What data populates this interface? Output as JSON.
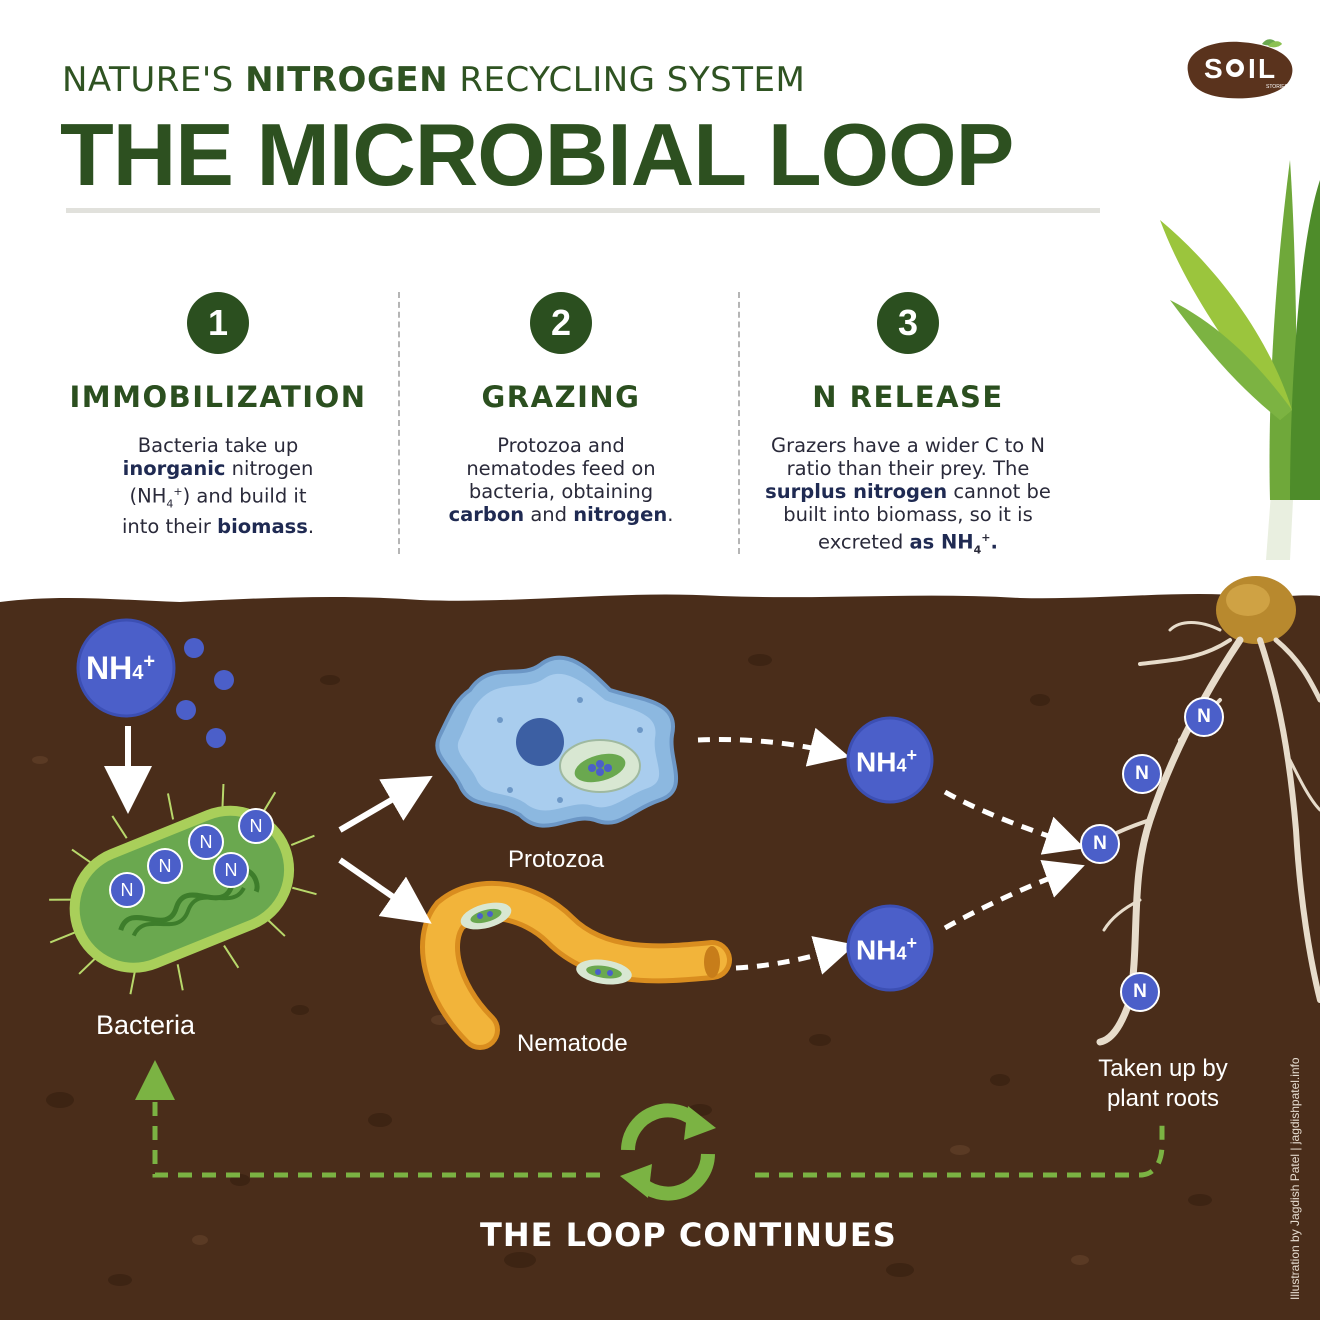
{
  "header": {
    "kicker_pre": "NATURE'S ",
    "kicker_bold": "NITROGEN",
    "kicker_post": " RECYCLING SYSTEM",
    "title": "THE MICROBIAL LOOP"
  },
  "logo": {
    "text": "SOIL",
    "sub": "STORIES"
  },
  "steps": [
    {
      "number": "1",
      "title": "IMMOBILIZATION",
      "desc": [
        {
          "t": "Bacteria take up"
        },
        {
          "b": "inorganic",
          "t2": " nitrogen"
        },
        {
          "t": "(NH",
          "sub": "4",
          "sup": "+",
          "t3": ") and build it"
        },
        {
          "t": "into their ",
          "b": "biomass",
          "t3": "."
        }
      ]
    },
    {
      "number": "2",
      "title": "GRAZING",
      "desc": [
        {
          "t": "Protozoa and"
        },
        {
          "t": "nematodes feed on"
        },
        {
          "t": "bacteria, obtaining"
        },
        {
          "b": "carbon",
          "t2": " and ",
          "b2": "nitrogen",
          "t3": "."
        }
      ]
    },
    {
      "number": "3",
      "title": "N RELEASE",
      "desc": [
        {
          "t": "Grazers have a wider C to N"
        },
        {
          "t": "ratio than their prey. The"
        },
        {
          "b": "surplus nitrogen",
          "t2": " cannot be"
        },
        {
          "t": "built into biomass, so it is"
        },
        {
          "t": "excreted ",
          "b": "as NH",
          "sub": "4",
          "sup": "+",
          "t3": "."
        }
      ]
    }
  ],
  "labels": {
    "nh4_main": "NH",
    "nh4_sub": "4",
    "nh4_sup": "+",
    "n": "N",
    "bacteria": "Bacteria",
    "protozoa": "Protozoa",
    "nematode": "Nematode",
    "roots_line1": "Taken up by",
    "roots_line2": "plant roots",
    "loop": "THE LOOP CONTINUES",
    "credit": "Illustration by Jagdish Patel | jagdishpatel.info"
  },
  "colors": {
    "soil": "#4a2d1a",
    "dark_green": "#2b4f1f",
    "nh4_blue": "#4b5fc9",
    "bacteria_green": "#6aa84f",
    "protozoa_blue": "#9cc3e6",
    "nematode_orange": "#f2b43a",
    "loop_green": "#7bb343"
  }
}
